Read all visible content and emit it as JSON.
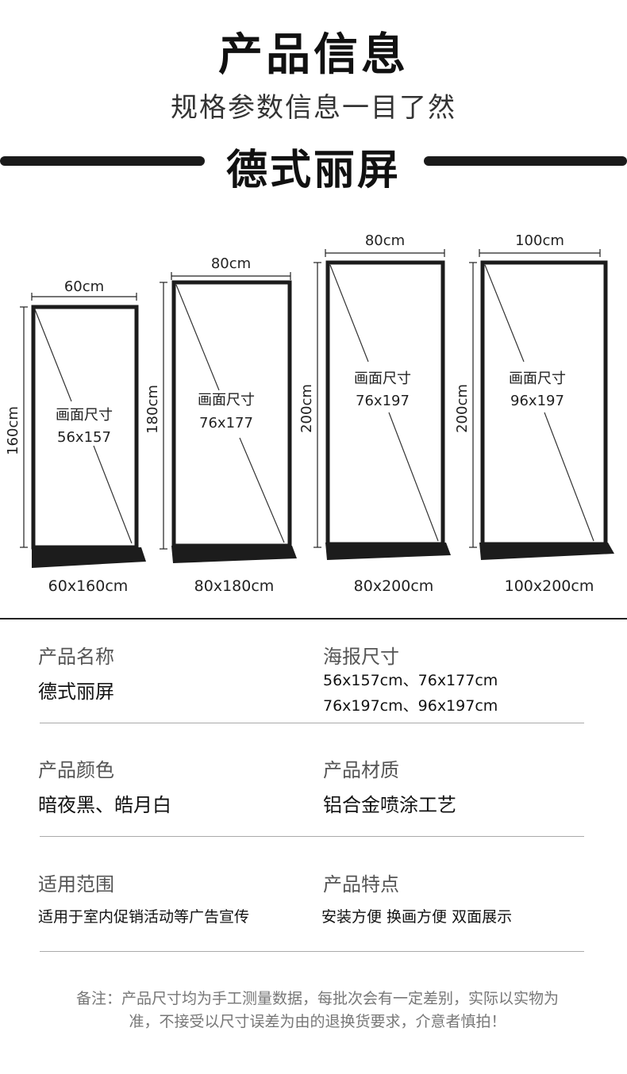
{
  "header": {
    "title": "产品信息",
    "subtitle": "规格参数信息一目了然",
    "section_title": "德式丽屏"
  },
  "frames": [
    {
      "width_label": "60cm",
      "height_label": "160cm",
      "screen_label": "画面尺寸",
      "screen_size": "56x157",
      "size_label": "60x160cm"
    },
    {
      "width_label": "80cm",
      "height_label": "180cm",
      "screen_label": "画面尺寸",
      "screen_size": "76x177",
      "size_label": "80x180cm"
    },
    {
      "width_label": "80cm",
      "height_label": "200cm",
      "screen_label": "画面尺寸",
      "screen_size": "76x197",
      "size_label": "80x200cm"
    },
    {
      "width_label": "100cm",
      "height_label": "200cm",
      "screen_label": "画面尺寸",
      "screen_size": "96x197",
      "size_label": "100x200cm"
    }
  ],
  "specs": {
    "name_label": "产品名称",
    "name_value": "德式丽屏",
    "poster_label": "海报尺寸",
    "poster_line1": "56x157cm、76x177cm",
    "poster_line2": "76x197cm、96x197cm",
    "color_label": "产品颜色",
    "color_value": "暗夜黑、皓月白",
    "material_label": "产品材质",
    "material_value": "铝合金喷涂工艺",
    "usage_label": "适用范围",
    "usage_value": "适用于室内促销活动等广告宣传",
    "feature_label": "产品特点",
    "feature_value": "安装方便 换画方便 双面展示"
  },
  "note": {
    "line1": "备注：产品尺寸均为手工测量数据，每批次会有一定差别，实际以实物为",
    "line2": "准，不接受以尺寸误差为由的退换货要求，介意者慎拍！"
  }
}
